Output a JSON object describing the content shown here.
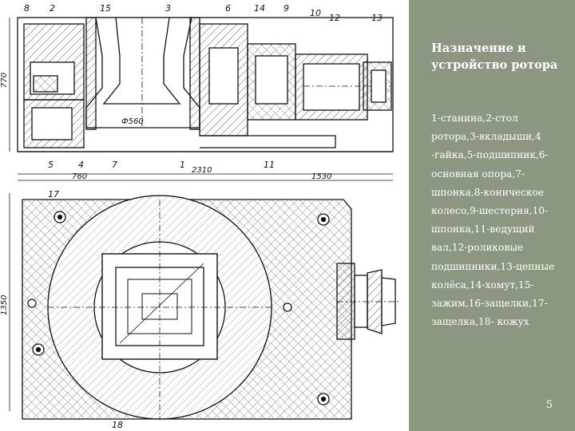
{
  "slide": {
    "title": "Назначение и устройство ротора",
    "body": "1-станина,2-стол ротора,3-вкладыши,4 -гайка,5-подшипник,6-основная опора,7-шпонка,8-коническое колесо,9-шестерня,10-шпонка,11-ведущий вал,12-роликовые подшипники,13-цепные колёса,14-хомут,15-зажим,16-защелки,17-защелка,18- кожух",
    "page_number": "5"
  },
  "drawing": {
    "callouts_top": [
      "8",
      "2",
      "15",
      "3",
      "6",
      "14",
      "9",
      "10",
      "12",
      "13"
    ],
    "callouts_bottom": [
      "5",
      "4",
      "7",
      "1",
      "11"
    ],
    "callouts_plan": [
      "17",
      "18"
    ],
    "dimensions": {
      "height_side": "770",
      "bore": "Ф560",
      "width_left": "760",
      "width_total": "2310",
      "width_right": "1530",
      "height_plan": "1350",
      "diag": "1350"
    }
  },
  "colors": {
    "panel_background": "#8c9782",
    "panel_text": "#ffffff",
    "drawing_ink": "#111111"
  }
}
